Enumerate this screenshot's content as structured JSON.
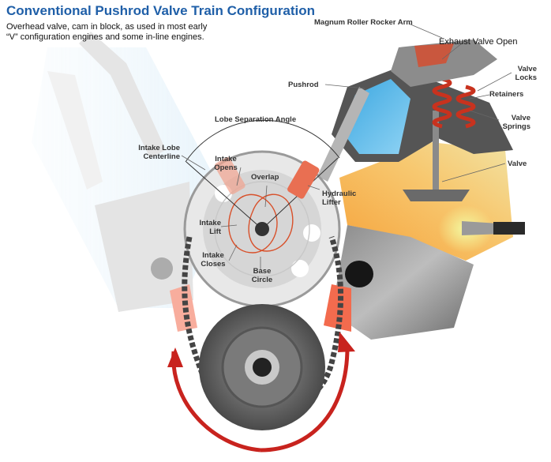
{
  "header": {
    "title": "Conventional Pushrod Valve Train Configuration",
    "subtitle": "Overhead valve, cam in block, as used in most early “V” configuration engines and some in-line engines."
  },
  "labels": {
    "rocker_arm": "Magnum Roller Rocker Arm",
    "exhaust_open": "Exhaust Valve Open",
    "valve_locks": "Valve\nLocks",
    "retainers": "Retainers",
    "valve_springs": "Valve\nSprings",
    "valve": "Valve",
    "pushrod": "Pushrod",
    "lobe_sep": "Lobe Separation Angle",
    "intake_lobe_centerline": "Intake Lobe\nCenterline",
    "intake_opens": "Intake\nOpens",
    "overlap": "Overlap",
    "hydraulic_lifter": "Hydraulic\nLifter",
    "intake_lift": "Intake\nLift",
    "intake_closes": "Intake\nCloses",
    "base_circle": "Base\nCircle"
  },
  "colors": {
    "title": "#1f5fa8",
    "coolant_blue": "#4fb3e8",
    "combustion_orange": "#f0a040",
    "spring_red": "#d84a2a",
    "rotation_arrow": "#c8231e",
    "cam_profile": "#d8502a"
  }
}
